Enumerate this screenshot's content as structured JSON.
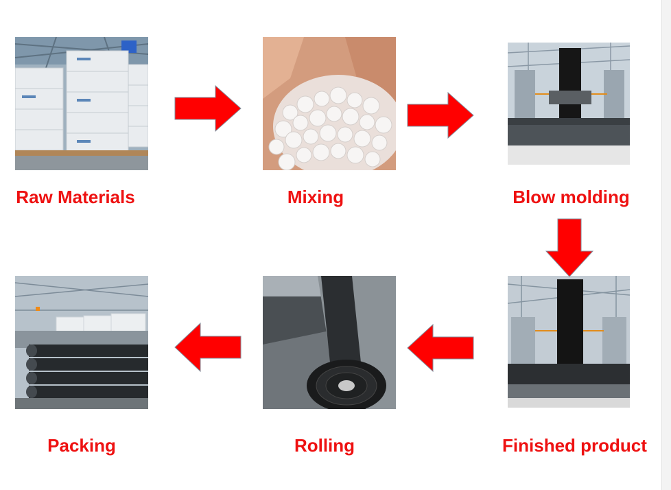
{
  "steps": [
    {
      "label": "Raw Materials",
      "photo": "stacked-raw-material-bags-photo"
    },
    {
      "label": "Mixing",
      "photo": "plastic-pellets-in-hand-photo"
    },
    {
      "label": "Blow molding",
      "photo": "blow-molding-tower-photo"
    },
    {
      "label": "Finished product",
      "photo": "finished-film-machine-photo"
    },
    {
      "label": "Rolling",
      "photo": "black-film-roll-photo"
    },
    {
      "label": "Packing",
      "photo": "packed-rolls-warehouse-photo"
    }
  ],
  "colors": {
    "label": "#ee1111",
    "arrow": "#ff0000",
    "arrow_outline": "#7f8b9a"
  },
  "icons": {
    "right": "arrow-right-icon",
    "down": "arrow-down-icon",
    "left": "arrow-left-icon"
  }
}
